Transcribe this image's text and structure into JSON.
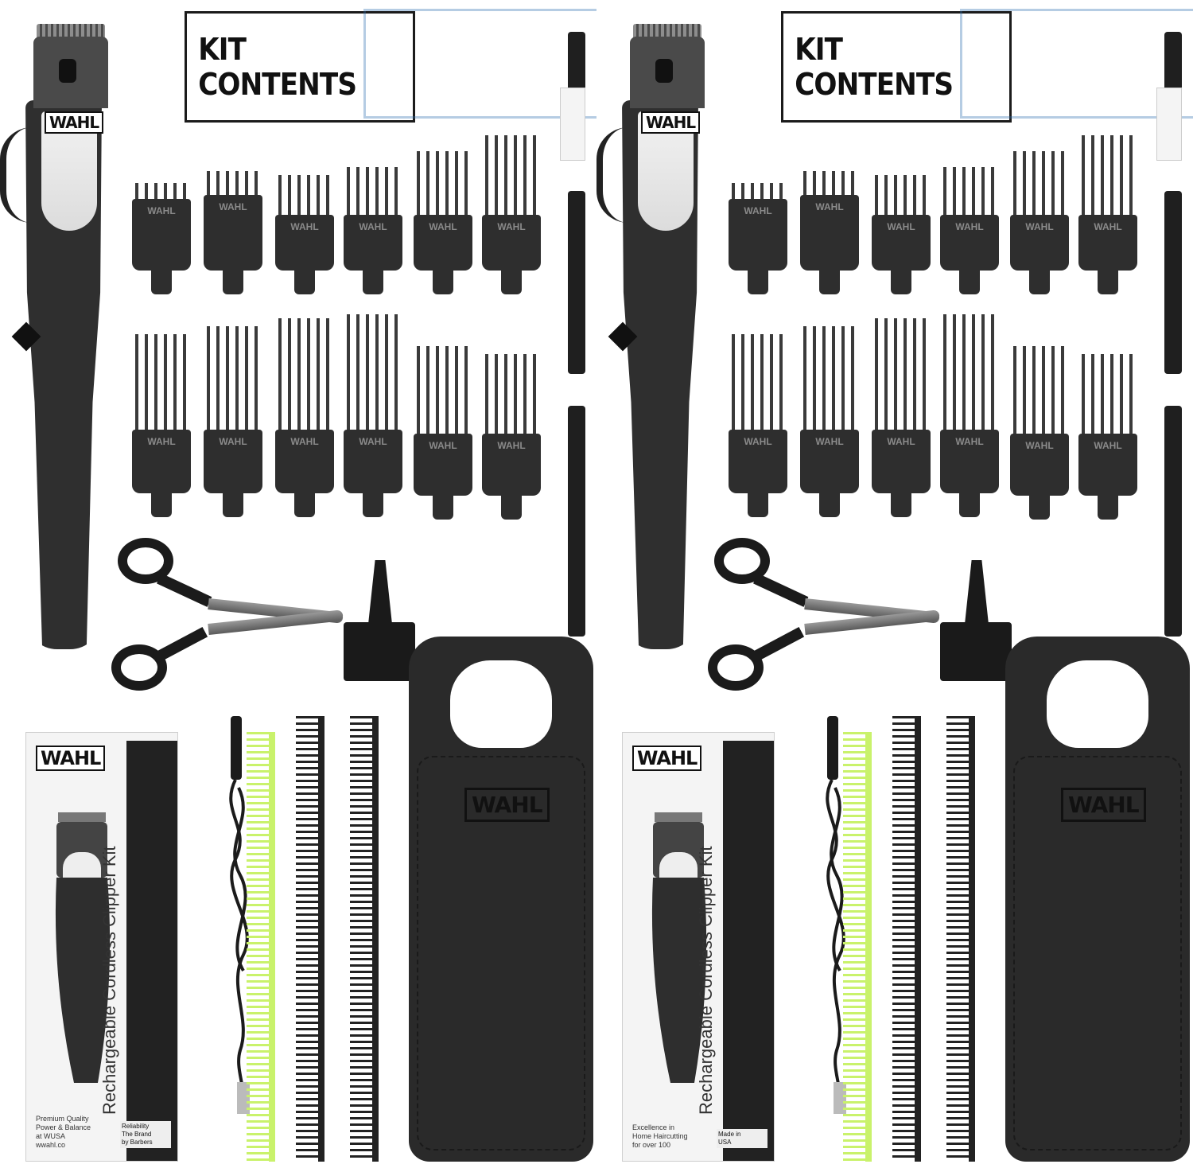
{
  "panels": [
    {
      "id": "left",
      "title": "KIT CONTENTS",
      "brand": "WAHL",
      "box_product_name": "Rechargeable Cordless Clipper Kit",
      "box_small_text": "Premium Quality\nPower & Balance\nat WUSA\nwwahl.co",
      "box_badge": "Reliability\nThe Brand\nby Barbers",
      "guide_row1_labels": [
        "WAHL",
        "WAHL",
        "WAHL",
        "WAHL",
        "WAHL",
        "WAHL"
      ],
      "guide_row2_labels": [
        "WAHL",
        "WAHL",
        "WAHL",
        "WAHL",
        "WAHL",
        "WAHL"
      ]
    },
    {
      "id": "right",
      "title": "KIT CONTENTS",
      "brand": "WAHL",
      "box_product_name": "Rechargeable Cordless Clipper Kit",
      "box_small_text": "Excellence in\nHome Haircutting\nfor over 100",
      "box_badge": "Made in\nUSA",
      "guide_row1_labels": [
        "WAHL",
        "WAHL",
        "WAHL",
        "WAHL",
        "WAHL",
        "WAHL"
      ],
      "guide_row2_labels": [
        "WAHL",
        "WAHL",
        "WAHL",
        "WAHL",
        "WAHL",
        "WAHL"
      ]
    }
  ],
  "colors": {
    "product_black": "#2e2e2e",
    "accent_blue": "#2b6cb0",
    "comb_green": "#c9f26b",
    "background": "#ffffff"
  },
  "icons": [
    "scissors-icon",
    "power-button-icon",
    "cleaning-brush-icon"
  ]
}
